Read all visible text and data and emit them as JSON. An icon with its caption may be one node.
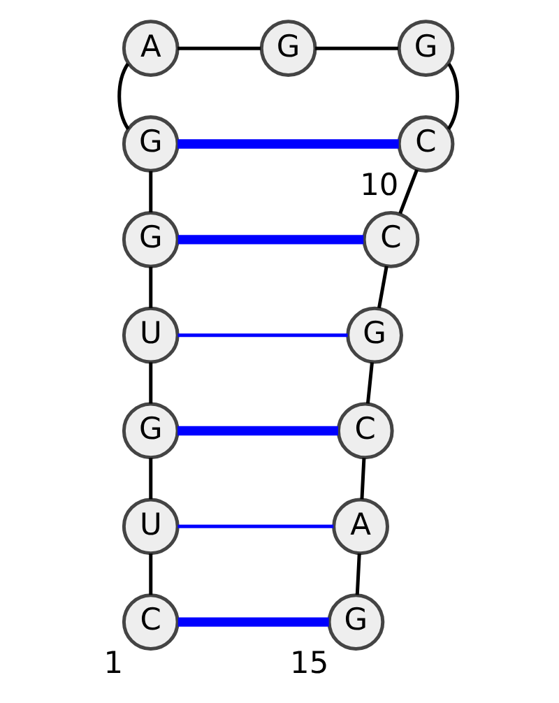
{
  "diagram": {
    "nodes": [
      {
        "text": [
          "C"
        ],
        "beside": [
          "1"
        ]
      },
      {
        "text": [
          "U"
        ]
      },
      {
        "text": [
          "G"
        ]
      },
      {
        "text": [
          "U"
        ]
      },
      {
        "text": [
          "G"
        ]
      },
      {
        "text": [
          "G"
        ]
      },
      {
        "text": [
          "A"
        ]
      },
      {
        "text": [
          "G"
        ]
      },
      {
        "text": [
          "G"
        ]
      },
      {
        "text": [
          "C"
        ],
        "beside": [
          "10"
        ]
      },
      {
        "text": [
          "C"
        ]
      },
      {
        "text": [
          "G"
        ]
      },
      {
        "text": [
          "C"
        ]
      },
      {
        "text": [
          "A"
        ]
      },
      {
        "text": [
          "G"
        ],
        "beside": [
          "15"
        ]
      }
    ],
    "edges": [
      {
        "from": 0,
        "to": 1,
        "arrow": "none"
      },
      {
        "from": 1,
        "to": 2,
        "arrow": "none"
      },
      {
        "from": 2,
        "to": 3,
        "arrow": "none"
      },
      {
        "from": 3,
        "to": 4,
        "arrow": "none"
      },
      {
        "from": 4,
        "to": 5,
        "arrow": "none"
      },
      {
        "from": 5,
        "to": 6,
        "arrow": "none"
      },
      {
        "from": 6,
        "to": 7,
        "arrow": "none"
      },
      {
        "from": 7,
        "to": 8,
        "arrow": "none"
      },
      {
        "from": 8,
        "to": 9,
        "arrow": "none"
      },
      {
        "from": 9,
        "to": 10,
        "arrow": "none"
      },
      {
        "from": 10,
        "to": 11,
        "arrow": "none"
      },
      {
        "from": 11,
        "to": 12,
        "arrow": "none"
      },
      {
        "from": 12,
        "to": 13,
        "arrow": "none"
      },
      {
        "from": 13,
        "to": 14,
        "arrow": "none"
      },
      {
        "from": 0,
        "to": 14,
        "arrow": "none",
        "style": "thick",
        "color": "#0000ff"
      },
      {
        "from": 1,
        "to": 13,
        "arrow": "none",
        "color": "#0000ff"
      },
      {
        "from": 2,
        "to": 12,
        "arrow": "none",
        "style": "thick",
        "color": "#0000ff"
      },
      {
        "from": 3,
        "to": 11,
        "arrow": "none",
        "color": "#0000ff"
      },
      {
        "from": 4,
        "to": 10,
        "arrow": "none",
        "style": "thick",
        "color": "#0000ff"
      },
      {
        "from": 5,
        "to": 9,
        "arrow": "none",
        "style": "thick",
        "color": "#0000ff"
      }
    ]
  }
}
